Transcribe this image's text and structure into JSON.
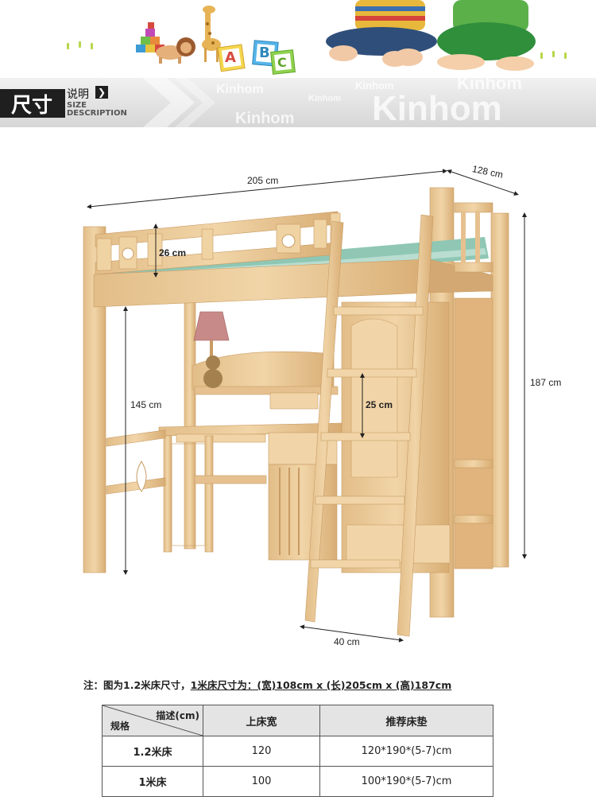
{
  "banner": {
    "blocks": [
      "A",
      "B",
      "C"
    ]
  },
  "section": {
    "title": "尺寸",
    "subtitle": "说明",
    "chevron": "❯",
    "en_line1": "SIZE",
    "en_line2": "DESCRIPTION",
    "watermark": "Kinhom"
  },
  "dimensions": {
    "length": "205 cm",
    "depth": "128 cm",
    "guardrail": "26 cm",
    "under_height": "145 cm",
    "total_height": "187 cm",
    "step_gap": "25 cm",
    "ladder_width": "40 cm"
  },
  "note": {
    "prefix": "注：图为1.2米床尺寸，",
    "sizes": "1米床尺寸为：(宽)108cm x (长)205cm  x (高)187cm"
  },
  "table": {
    "corner_top": "描述(cm)",
    "corner_bottom": "规格",
    "headers": [
      "上床宽",
      "推荐床垫"
    ],
    "rows": [
      {
        "spec": "1.2米床",
        "width": "120",
        "mattress": "120*190*(5-7)cm"
      },
      {
        "spec": "1米床",
        "width": "100",
        "mattress": "100*190*(5-7)cm"
      }
    ]
  },
  "colors": {
    "wood": "#e9c999",
    "wood_dark": "#c99b63",
    "mattress": "#8fc7b4",
    "header_dark": "#1f1f1f",
    "header_bg": "#dcdcdc"
  }
}
